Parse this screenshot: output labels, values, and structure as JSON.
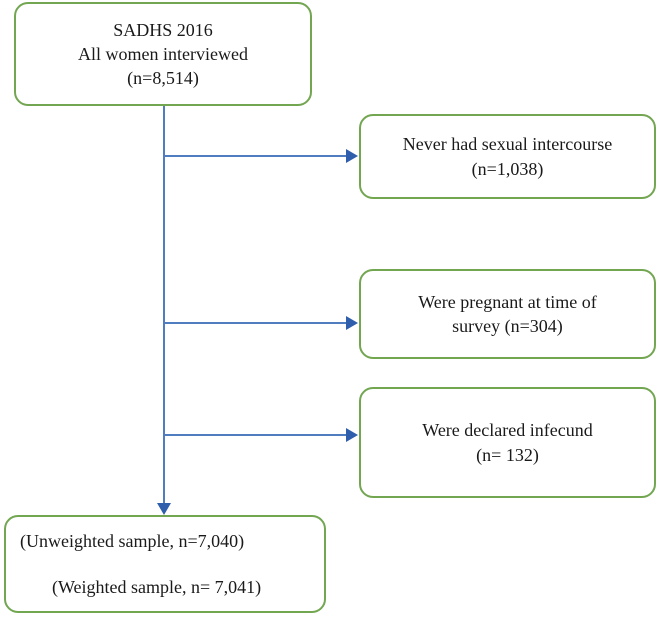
{
  "chart_data": {
    "type": "diagram",
    "diagram_kind": "participant-flow-chart",
    "title": "",
    "nodes": [
      {
        "id": "root",
        "role": "source-population",
        "lines": [
          "SADHS 2016",
          "All women interviewed",
          "(n=8,514)"
        ],
        "n": 8514
      },
      {
        "id": "never",
        "role": "exclusion",
        "lines": [
          "Never had sexual intercourse",
          "(n=1,038)"
        ],
        "n": 1038
      },
      {
        "id": "pregnant",
        "role": "exclusion",
        "lines": [
          "Were pregnant at time of",
          "survey (n=304)"
        ],
        "n": 304
      },
      {
        "id": "infecund",
        "role": "exclusion",
        "lines": [
          "Were declared infecund",
          "(n= 132)"
        ],
        "n": 132
      },
      {
        "id": "final",
        "role": "analytic-sample",
        "lines": [
          "(Unweighted sample, n=7,040)",
          "(Weighted sample, n= 7,041)"
        ],
        "n_unweighted": 7040,
        "n_weighted": 7041
      }
    ],
    "edges": [
      {
        "from": "root",
        "to": "never",
        "label": "",
        "direction": "right"
      },
      {
        "from": "root",
        "to": "pregnant",
        "label": "",
        "direction": "right"
      },
      {
        "from": "root",
        "to": "infecund",
        "label": "",
        "direction": "right"
      },
      {
        "from": "root",
        "to": "final",
        "label": "",
        "direction": "down"
      }
    ],
    "colors": {
      "node_border": "#72a651",
      "node_fill": "#ffffff",
      "connector": "#4f7dc0",
      "arrowhead": "#2f5fac",
      "text": "#1a1a1a"
    }
  },
  "nodes": {
    "root": {
      "line1": "SADHS 2016",
      "line2": "All women interviewed",
      "line3": "(n=8,514)"
    },
    "never": {
      "line1": "Never had sexual intercourse",
      "line2": "(n=1,038)"
    },
    "pregnant": {
      "line1": "Were pregnant at time of",
      "line2": "survey (n=304)"
    },
    "infecund": {
      "line1": "Were declared infecund",
      "line2": "(n= 132)"
    },
    "final": {
      "line1": "(Unweighted sample, n=7,040)",
      "line2": "(Weighted sample, n= 7,041)"
    }
  }
}
